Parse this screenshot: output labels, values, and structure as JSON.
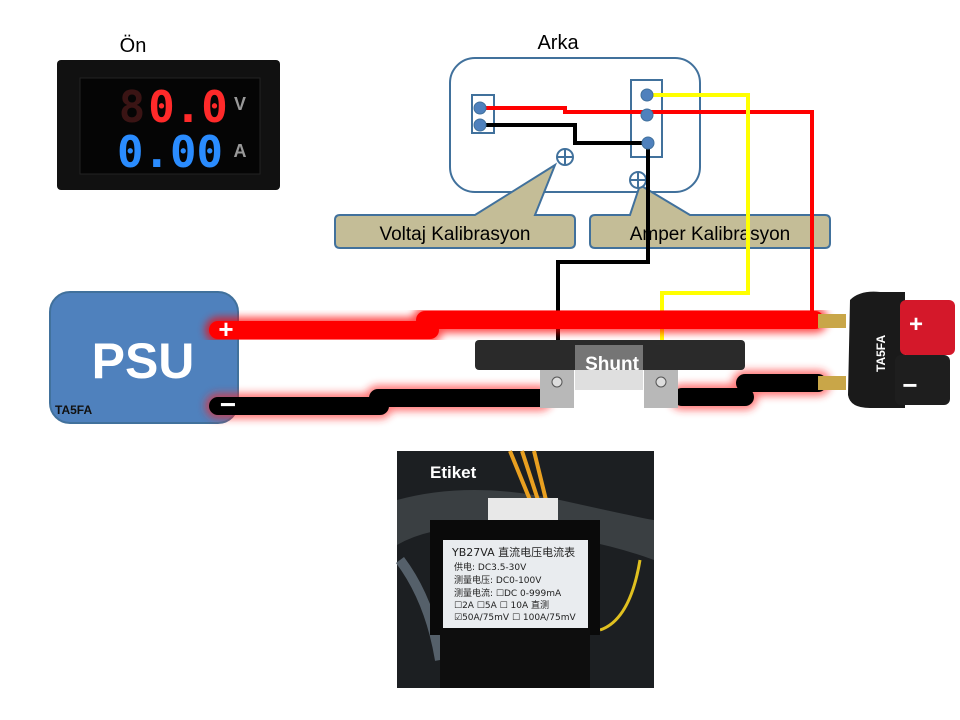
{
  "front": {
    "title": "Ön",
    "voltage_reading": "0.0",
    "voltage_dim_digit": "8",
    "voltage_unit": "V",
    "current_reading": "0.00",
    "current_unit": "A"
  },
  "back": {
    "title": "Arka",
    "voltage_calibration": "Voltaj Kalibrasyon",
    "current_calibration": "Amper Kalibrasyon"
  },
  "psu": {
    "label": "PSU",
    "model": "TA5FA",
    "plus": "+",
    "minus": "−"
  },
  "shunt": {
    "label": "Shunt"
  },
  "binding_post": {
    "model": "TA5FA",
    "plus": "+",
    "minus": "−"
  },
  "photo": {
    "title": "Etiket",
    "lines": [
      "YB27VA 直流电压电流表",
      "供电: DC3.5-30V",
      "测量电压: DC0-100V",
      "测量电流:  ☐DC 0-999mA",
      "☐2A  ☐5A  ☐ 10A 直测",
      "☑50A/75mV ☐ 100A/75mV"
    ]
  },
  "colors": {
    "wire_positive": "#ff0000",
    "wire_negative": "#000000",
    "wire_signal": "#ffff00",
    "psu_fill": "#4f81bd",
    "callout_fill": "#c4bd97",
    "outline": "#41719c",
    "display_red": "#ff2a2a",
    "display_blue": "#2a8cff"
  }
}
